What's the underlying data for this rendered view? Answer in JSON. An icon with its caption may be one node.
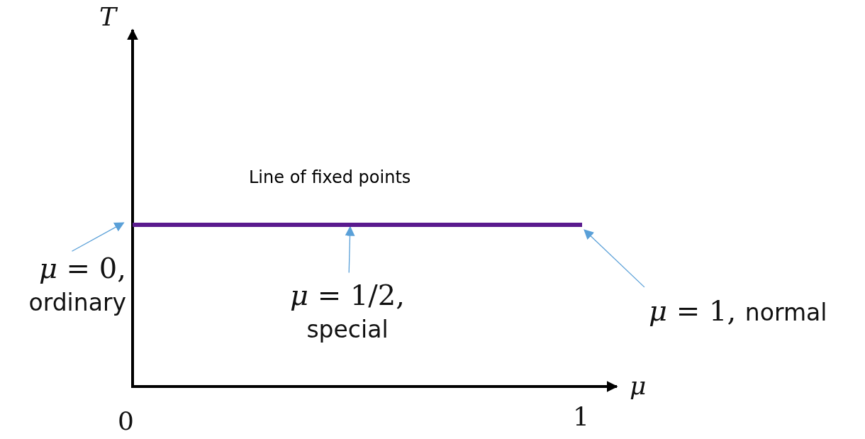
{
  "diagram": {
    "nodes": [
      {
        "text": [
          "Line of fixed points"
        ]
      },
      {
        "text": [
          "*μ* = 0,",
          "ordinary"
        ]
      },
      {
        "text": [
          "*μ* = 1/2,",
          "special"
        ]
      },
      {
        "text": [
          "*μ* = 1, normal"
        ]
      }
    ],
    "edges": [
      {
        "from": 1,
        "to": 0,
        "arrow": "to"
      },
      {
        "from": 2,
        "to": 0,
        "arrow": "to"
      },
      {
        "from": 3,
        "to": 0,
        "arrow": "to"
      }
    ],
    "labels": [
      "*T*",
      "*μ*",
      "0",
      "1"
    ]
  }
}
